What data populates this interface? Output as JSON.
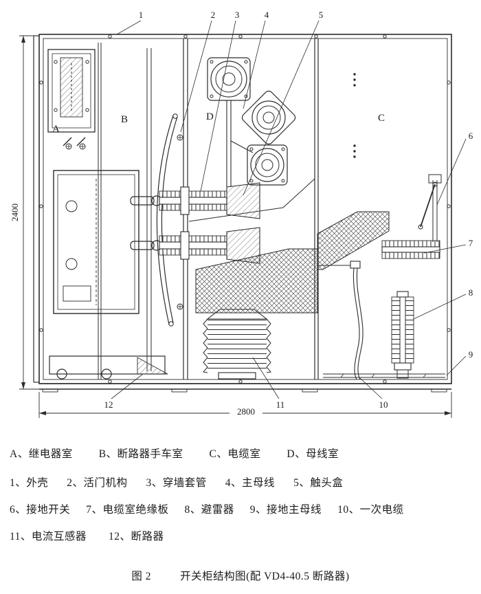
{
  "figure": {
    "caption_label": "图 2",
    "caption_title": "开关柜结构图(配 VD4-40.5 断路器)"
  },
  "diagram": {
    "dim_height": "2400",
    "dim_width": "2800",
    "letters": {
      "a": "A",
      "b": "B",
      "c": "C",
      "d": "D"
    },
    "callout_nums": [
      "1",
      "2",
      "3",
      "4",
      "5",
      "6",
      "7",
      "8",
      "9",
      "10",
      "11",
      "12"
    ]
  },
  "legend": {
    "rows": [
      {
        "items": [
          {
            "text": "A、继电器室"
          },
          {
            "text": "B、断路器手车室"
          },
          {
            "text": "C、电缆室"
          },
          {
            "text": "D、母线室"
          }
        ]
      },
      {
        "items": [
          {
            "text": "1、外壳"
          },
          {
            "text": "2、活门机构"
          },
          {
            "text": "3、穿墙套管"
          },
          {
            "text": "4、主母线"
          },
          {
            "text": "5、触头盒"
          }
        ]
      },
      {
        "items": [
          {
            "text": "6、接地开关"
          },
          {
            "text": "7、电缆室绝缘板"
          },
          {
            "text": "8、避雷器"
          },
          {
            "text": "9、接地主母线"
          },
          {
            "text": "10、一次电缆"
          }
        ]
      },
      {
        "items": [
          {
            "text": "11、电流互感器"
          },
          {
            "text": "12、断路器"
          }
        ]
      }
    ]
  }
}
